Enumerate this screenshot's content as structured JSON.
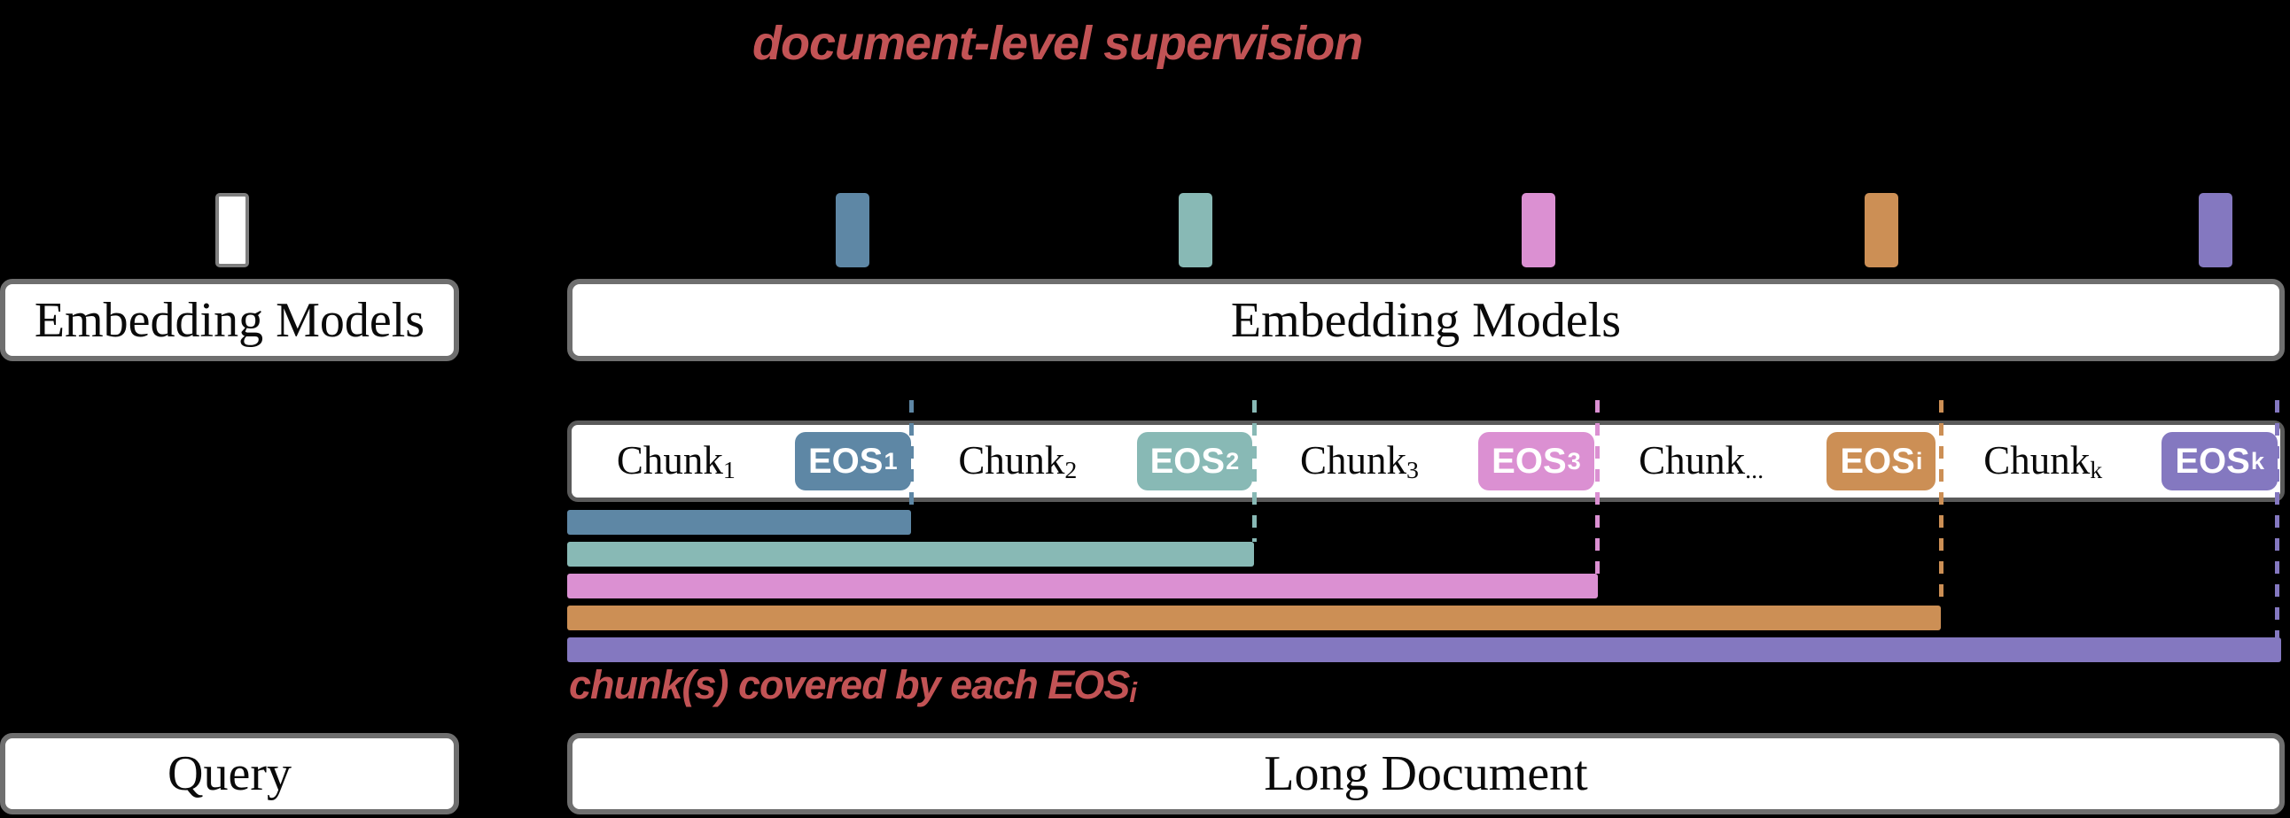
{
  "title": "document-level supervision",
  "caption": {
    "text": "chunk(s) covered by each EOS",
    "subscript": "i"
  },
  "colors": {
    "background": "#000000",
    "red_label": "#C25355",
    "box_fill": "#FFFFFF",
    "box_border": "#6F6F6F",
    "row_border": "#5A5A5A"
  },
  "query_pipeline": {
    "model_box_label": "Embedding Models",
    "input_box_label": "Query"
  },
  "document_pipeline": {
    "model_box_label": "Embedding Models",
    "input_box_label": "Long Document",
    "chunks": [
      {
        "label": "Chunk",
        "sub": "1",
        "eos": "EOS",
        "eos_sub": "1",
        "color": "#5E87A5"
      },
      {
        "label": "Chunk",
        "sub": "2",
        "eos": "EOS",
        "eos_sub": "2",
        "color": "#88B9B5"
      },
      {
        "label": "Chunk",
        "sub": "3",
        "eos": "EOS",
        "eos_sub": "3",
        "color": "#DB90D2"
      },
      {
        "label": "Chunk",
        "sub": "...",
        "eos": "EOS",
        "eos_sub": "i",
        "color": "#CC8F55"
      },
      {
        "label": "Chunk",
        "sub": "k",
        "eos": "EOS",
        "eos_sub": "k",
        "color": "#8478C0"
      }
    ]
  }
}
